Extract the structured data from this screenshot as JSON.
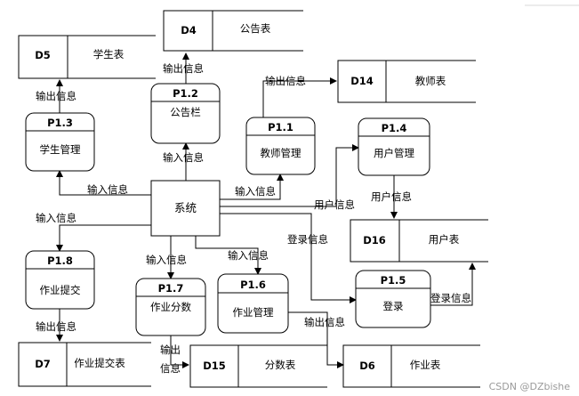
{
  "external": {
    "label": "系统"
  },
  "processes": [
    {
      "id": "p12",
      "code": "P1.2",
      "name": "公告栏"
    },
    {
      "id": "p13",
      "code": "P1.3",
      "name": "学生管理"
    },
    {
      "id": "p11",
      "code": "P1.1",
      "name": "教师管理"
    },
    {
      "id": "p14",
      "code": "P1.4",
      "name": "用户管理"
    },
    {
      "id": "p18",
      "code": "P1.8",
      "name": "作业提交"
    },
    {
      "id": "p17",
      "code": "P1.7",
      "name": "作业分数"
    },
    {
      "id": "p16",
      "code": "P1.6",
      "name": "作业管理"
    },
    {
      "id": "p15",
      "code": "P1.5",
      "name": "登录"
    }
  ],
  "stores": [
    {
      "id": "d4",
      "code": "D4",
      "name": "公告表"
    },
    {
      "id": "d5",
      "code": "D5",
      "name": "学生表"
    },
    {
      "id": "d14",
      "code": "D14",
      "name": "教师表"
    },
    {
      "id": "d16",
      "code": "D16",
      "name": "用户表"
    },
    {
      "id": "d7",
      "code": "D7",
      "name": "作业提交表"
    },
    {
      "id": "d15",
      "code": "D15",
      "name": "分数表"
    },
    {
      "id": "d6",
      "code": "D6",
      "name": "作业表"
    }
  ],
  "flow_labels": {
    "sys_p13": "输入信息",
    "sys_p12": "输入信息",
    "sys_p11": "输入信息",
    "sys_p14": "用户信息",
    "sys_p18": "输入信息",
    "sys_p17": "输入信息",
    "sys_p16": "输入信息",
    "sys_p15": "登录信息",
    "p13_d5": "输出信息",
    "p12_d4": "输出信息",
    "p11_d14": "输出信息",
    "p14_d16": "用户信息",
    "p18_d7": "输出信息",
    "p17_d15_a": "输出",
    "p17_d15_b": "信息",
    "p16_d6": "输出信息",
    "p15_d16": "登录信息"
  },
  "watermark": "CSDN @DZbishe"
}
